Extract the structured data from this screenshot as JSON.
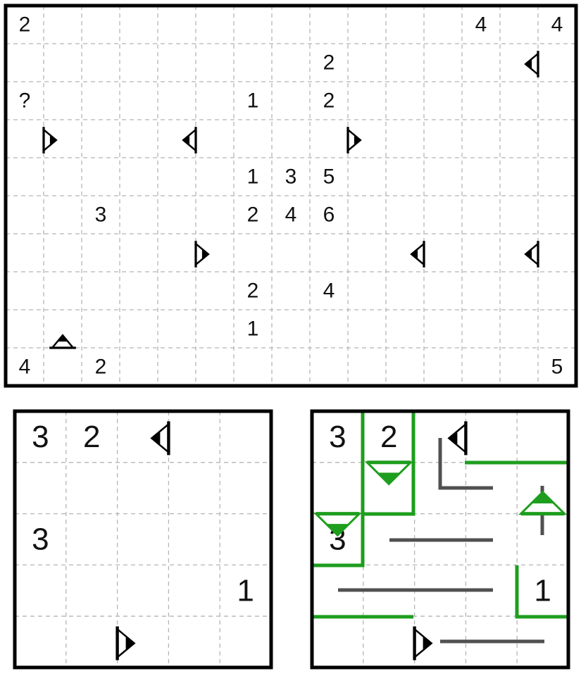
{
  "colors": {
    "border": "#000000",
    "dashed_grid": "#b5b5b5",
    "text": "#111111",
    "arrow_fill": "#000000",
    "arrow_body": "#ffffff",
    "solution_wall": "#1e9e1e",
    "solution_line": "#505050"
  },
  "main_puzzle": {
    "rows": 10,
    "cols": 14,
    "clues": [
      {
        "r": 0,
        "c": 0,
        "v": "2"
      },
      {
        "r": 0,
        "c": 12,
        "v": "4"
      },
      {
        "r": 0,
        "c": 14,
        "v": "4"
      },
      {
        "r": 1,
        "c": 8,
        "v": "2"
      },
      {
        "r": 2,
        "c": 0,
        "v": "?"
      },
      {
        "r": 2,
        "c": 6,
        "v": "1"
      },
      {
        "r": 2,
        "c": 8,
        "v": "2"
      },
      {
        "r": 4,
        "c": 6,
        "v": "1"
      },
      {
        "r": 4,
        "c": 7,
        "v": "3"
      },
      {
        "r": 4,
        "c": 8,
        "v": "5"
      },
      {
        "r": 5,
        "c": 2,
        "v": "3"
      },
      {
        "r": 5,
        "c": 6,
        "v": "2"
      },
      {
        "r": 5,
        "c": 7,
        "v": "4"
      },
      {
        "r": 5,
        "c": 8,
        "v": "6"
      },
      {
        "r": 7,
        "c": 6,
        "v": "2"
      },
      {
        "r": 7,
        "c": 8,
        "v": "4"
      },
      {
        "r": 8,
        "c": 6,
        "v": "1"
      },
      {
        "r": 9,
        "c": 0,
        "v": "4"
      },
      {
        "r": 9,
        "c": 2,
        "v": "2"
      },
      {
        "r": 9,
        "c": 14,
        "v": "5"
      }
    ],
    "arrows": [
      {
        "r": 1,
        "c": 14,
        "dir": "left"
      },
      {
        "r": 3,
        "c": 1,
        "dir": "right"
      },
      {
        "r": 3,
        "c": 5,
        "dir": "left"
      },
      {
        "r": 3,
        "c": 9,
        "dir": "right"
      },
      {
        "r": 6,
        "c": 5,
        "dir": "right"
      },
      {
        "r": 6,
        "c": 11,
        "dir": "left"
      },
      {
        "r": 6,
        "c": 14,
        "dir": "left"
      },
      {
        "r": 9,
        "c": 1,
        "dir": "up"
      }
    ]
  },
  "example_puzzle": {
    "rows": 5,
    "cols": 5,
    "clues": [
      {
        "r": 0,
        "c": 0,
        "v": "3"
      },
      {
        "r": 0,
        "c": 1,
        "v": "2"
      },
      {
        "r": 2,
        "c": 0,
        "v": "3"
      },
      {
        "r": 3,
        "c": 4,
        "v": "1"
      }
    ],
    "arrows": [
      {
        "r": 0,
        "c": 3,
        "dir": "left"
      },
      {
        "r": 4,
        "c": 2,
        "dir": "right"
      }
    ]
  },
  "example_solution": {
    "rows": 5,
    "cols": 5,
    "clues": [
      {
        "r": 0,
        "c": 0,
        "v": "3"
      },
      {
        "r": 0,
        "c": 1,
        "v": "2"
      },
      {
        "r": 2,
        "c": 0,
        "v": "3"
      },
      {
        "r": 3,
        "c": 4,
        "v": "1"
      }
    ],
    "arrows": [
      {
        "r": 0,
        "c": 3,
        "dir": "left"
      },
      {
        "r": 4,
        "c": 2,
        "dir": "right"
      }
    ],
    "added_arrows": [
      {
        "r": 1,
        "c": 1,
        "dir": "down"
      },
      {
        "r": 2,
        "c": 0,
        "dir": "down"
      },
      {
        "r": 2,
        "c": 4,
        "dir": "up"
      }
    ]
  }
}
